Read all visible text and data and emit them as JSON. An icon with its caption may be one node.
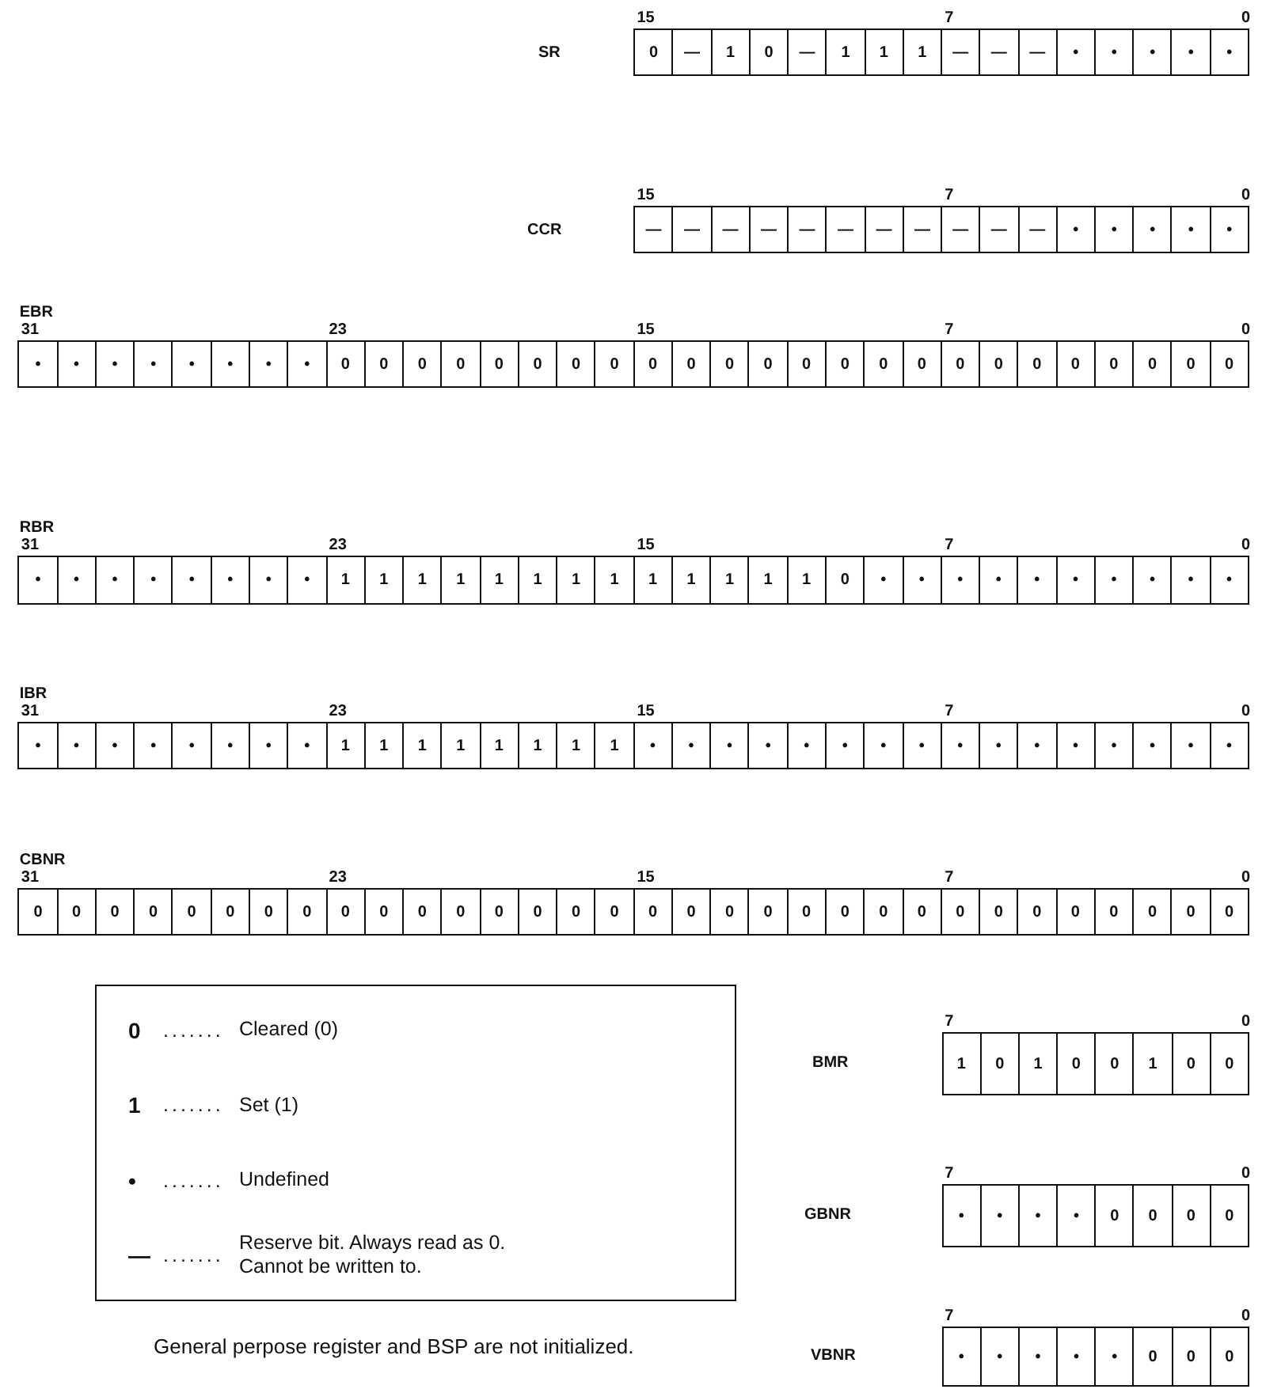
{
  "diagram": {
    "nodes": [
      {
        "text": [
          "0",
          "—",
          "1",
          "0",
          "—",
          "1",
          "1",
          "1",
          "—",
          "—",
          "—",
          "•",
          "•",
          "•",
          "•",
          "•"
        ],
        "beside": [
          "15",
          "7",
          "0"
        ]
      },
      {
        "text": [
          "—",
          "—",
          "—",
          "—",
          "—",
          "—",
          "—",
          "—",
          "—",
          "—",
          "—",
          "•",
          "•",
          "•",
          "•",
          "•"
        ],
        "beside": [
          "15",
          "7",
          "0"
        ]
      },
      {
        "text": [
          "•",
          "•",
          "•",
          "•",
          "•",
          "•",
          "•",
          "•",
          "0",
          "0",
          "0",
          "0",
          "0",
          "0",
          "0",
          "0",
          "0",
          "0",
          "0",
          "0",
          "0",
          "0",
          "0",
          "0",
          "0",
          "0",
          "0",
          "0",
          "0",
          "0",
          "0",
          "0"
        ],
        "beside": [
          "EBR",
          "31",
          "23",
          "15",
          "7",
          "0"
        ]
      },
      {
        "text": [
          "•",
          "•",
          "•",
          "•",
          "•",
          "•",
          "•",
          "•",
          "1",
          "1",
          "1",
          "1",
          "1",
          "1",
          "1",
          "1",
          "1",
          "1",
          "1",
          "1",
          "1",
          "0",
          "•",
          "•",
          "•",
          "•",
          "•",
          "•",
          "•",
          "•",
          "•",
          "•"
        ],
        "beside": [
          "RBR",
          "31",
          "23",
          "15",
          "7",
          "0"
        ]
      },
      {
        "text": [
          "•",
          "•",
          "•",
          "•",
          "•",
          "•",
          "•",
          "•",
          "1",
          "1",
          "1",
          "1",
          "1",
          "1",
          "1",
          "1",
          "•",
          "•",
          "•",
          "•",
          "•",
          "•",
          "•",
          "•",
          "•",
          "•",
          "•",
          "•",
          "•",
          "•",
          "•",
          "•"
        ],
        "beside": [
          "IBR",
          "31",
          "23",
          "15",
          "7",
          "0"
        ]
      },
      {
        "text": [
          "0",
          "0",
          "0",
          "0",
          "0",
          "0",
          "0",
          "0",
          "0",
          "0",
          "0",
          "0",
          "0",
          "0",
          "0",
          "0",
          "0",
          "0",
          "0",
          "0",
          "0",
          "0",
          "0",
          "0",
          "0",
          "0",
          "0",
          "0",
          "0",
          "0",
          "0",
          "0"
        ],
        "beside": [
          "CBNR",
          "31",
          "23",
          "15",
          "7",
          "0"
        ]
      },
      {
        "text": [
          "0",
          ".......",
          "Cleared (0)",
          "1",
          ".......",
          "Set (1)",
          "•",
          ".......",
          "Undefined",
          "—",
          ".......",
          "Reserve bit. Always read as 0. Cannot be written to."
        ]
      },
      {
        "text": [
          "1",
          "0",
          "1",
          "0",
          "0",
          "1",
          "0",
          "0"
        ],
        "beside": [
          "7",
          "0"
        ]
      },
      {
        "text": [
          "•",
          "•",
          "•",
          "•",
          "0",
          "0",
          "0",
          "0"
        ],
        "beside": [
          "7",
          "0"
        ]
      },
      {
        "text": [
          "•",
          "•",
          "•",
          "•",
          "•",
          "0",
          "0",
          "0"
        ],
        "beside": [
          "7",
          "0"
        ]
      }
    ],
    "labels": [
      "SR",
      "CCR",
      "BMR",
      "GBNR",
      "General perpose register and BSP are not initialized.",
      "VBNR"
    ]
  }
}
